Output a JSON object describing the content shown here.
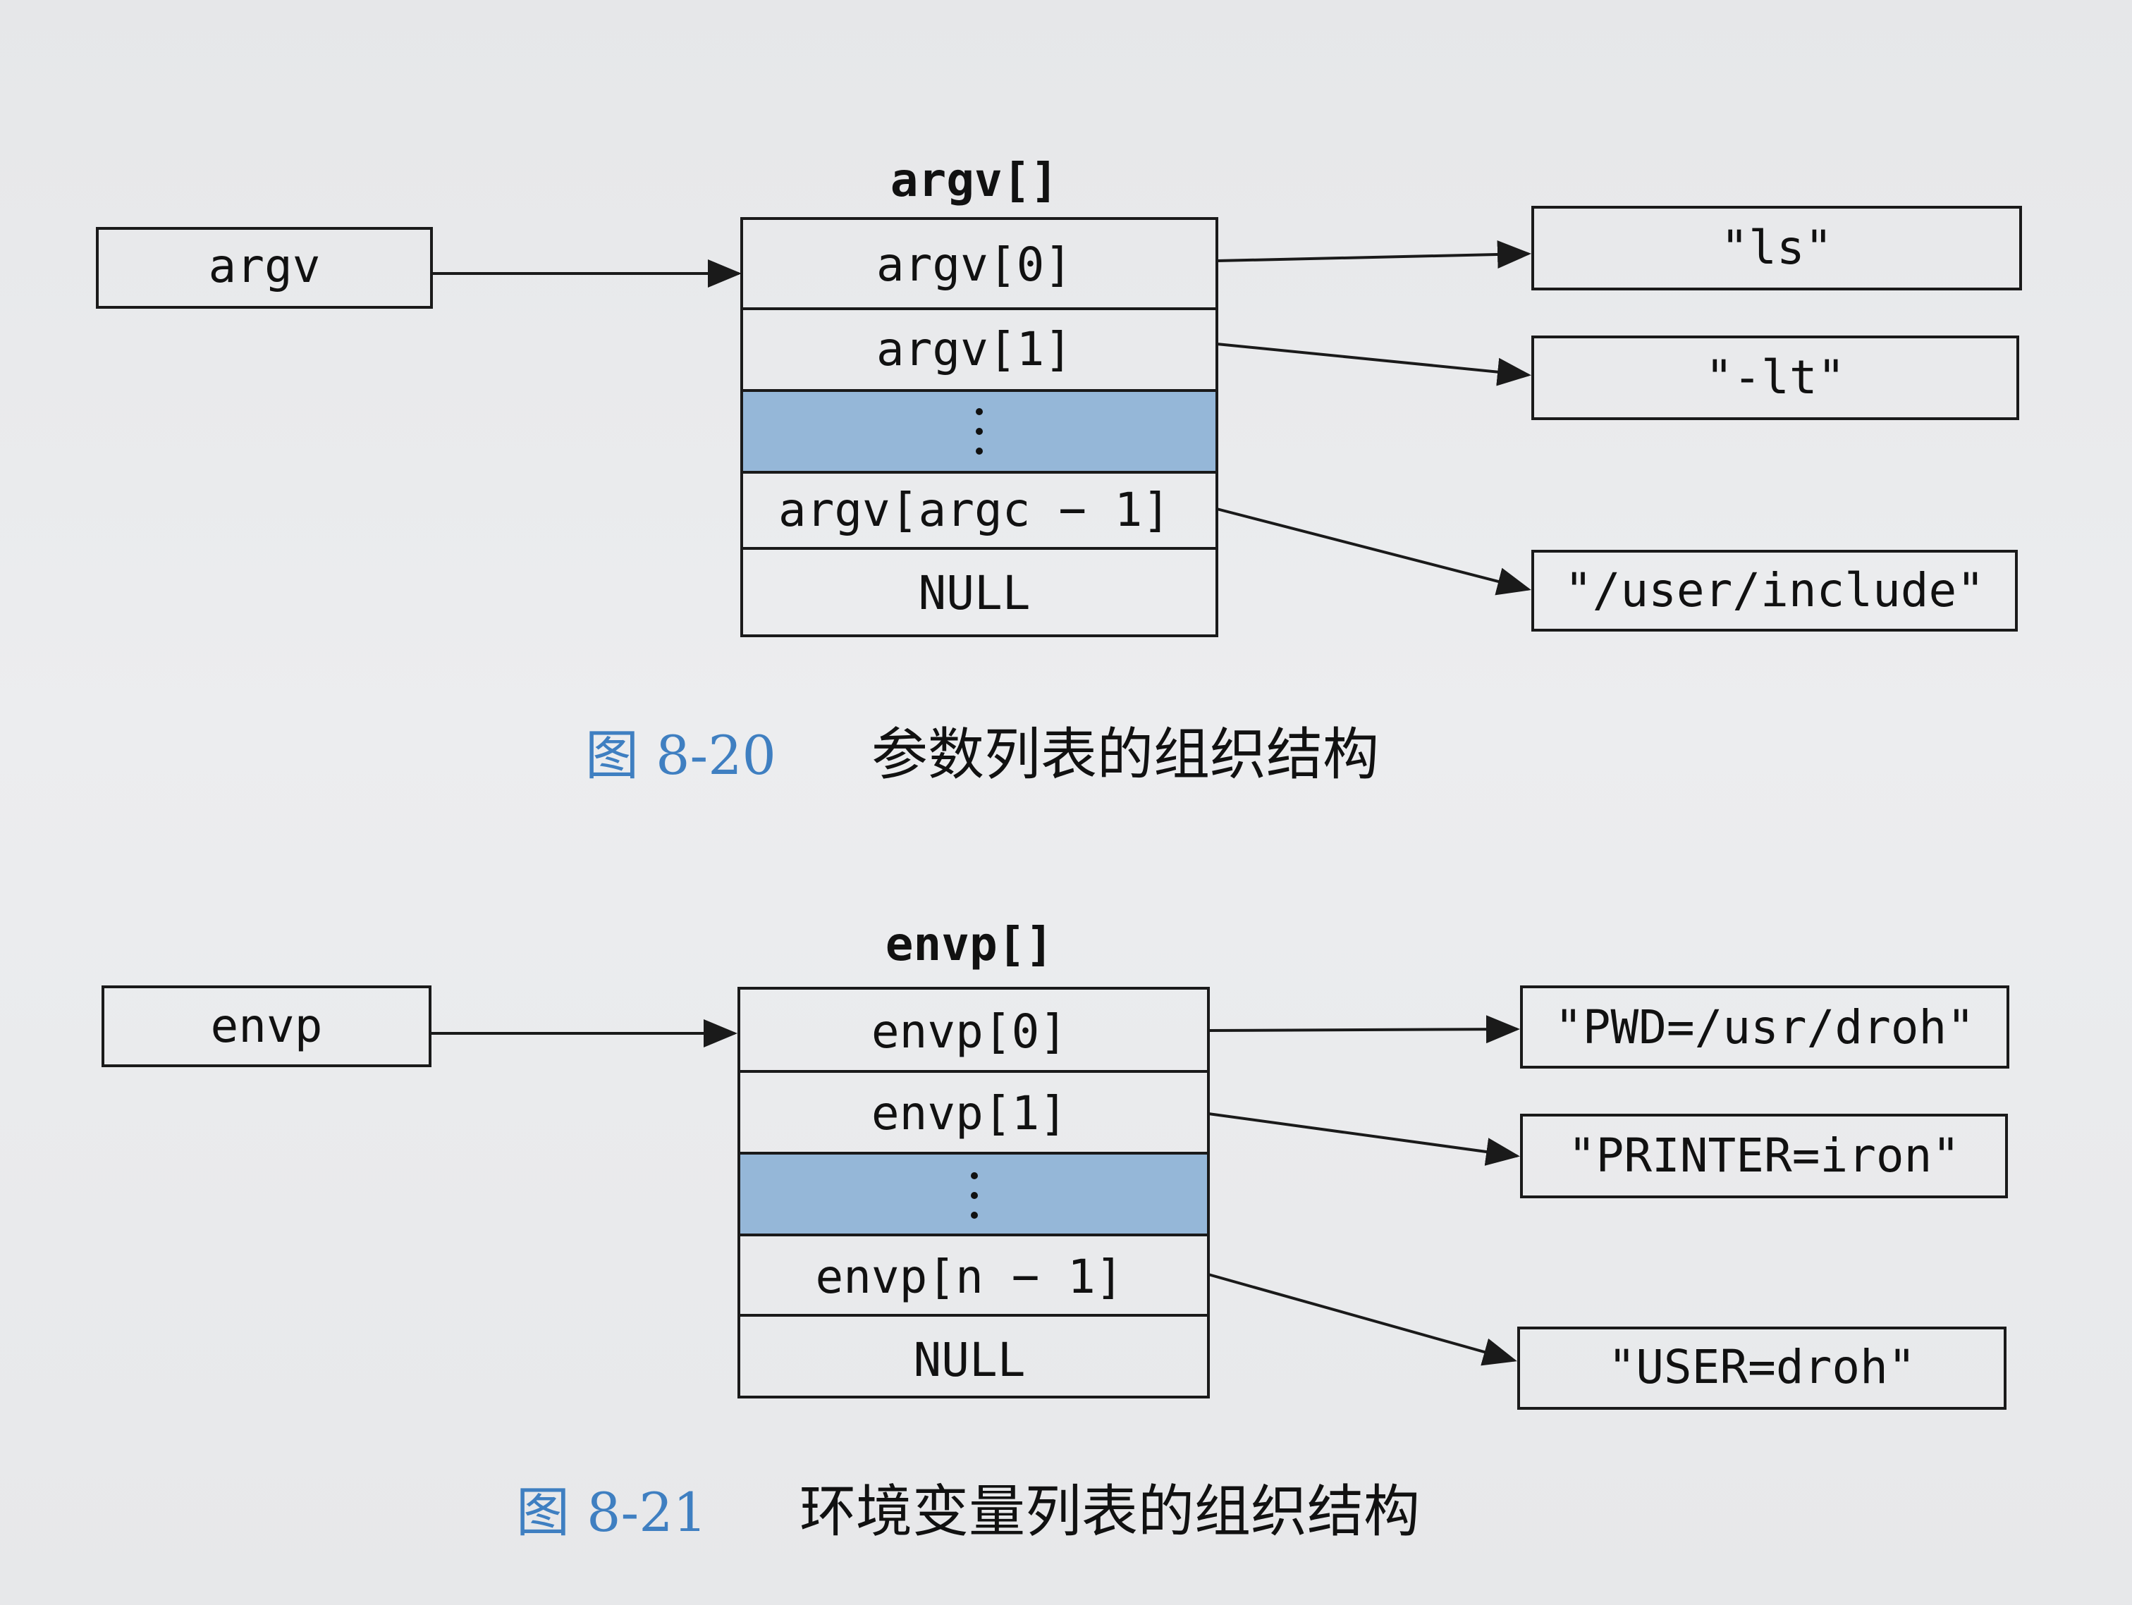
{
  "figure_20": {
    "pointer_label": "argv",
    "array_title": "argv[]",
    "cells": [
      "argv[0]",
      "argv[1]",
      "",
      "argv[argc − 1]",
      "NULL"
    ],
    "strings": [
      "\"ls\"",
      "\"-lt\"",
      "\"/user/include\""
    ],
    "caption_number": "图 8-20",
    "caption_text": "参数列表的组织结构"
  },
  "figure_21": {
    "pointer_label": "envp",
    "array_title": "envp[]",
    "cells": [
      "envp[0]",
      "envp[1]",
      "",
      "envp[n − 1]",
      "NULL"
    ],
    "strings": [
      "\"PWD=/usr/droh\"",
      "\"PRINTER=iron\"",
      "\"USER=droh\""
    ],
    "caption_number": "图 8-21",
    "caption_text": "环境变量列表的组织结构"
  },
  "colors": {
    "ellipsis_cell": "#95b7d8",
    "caption_number": "#3f7fc1"
  }
}
